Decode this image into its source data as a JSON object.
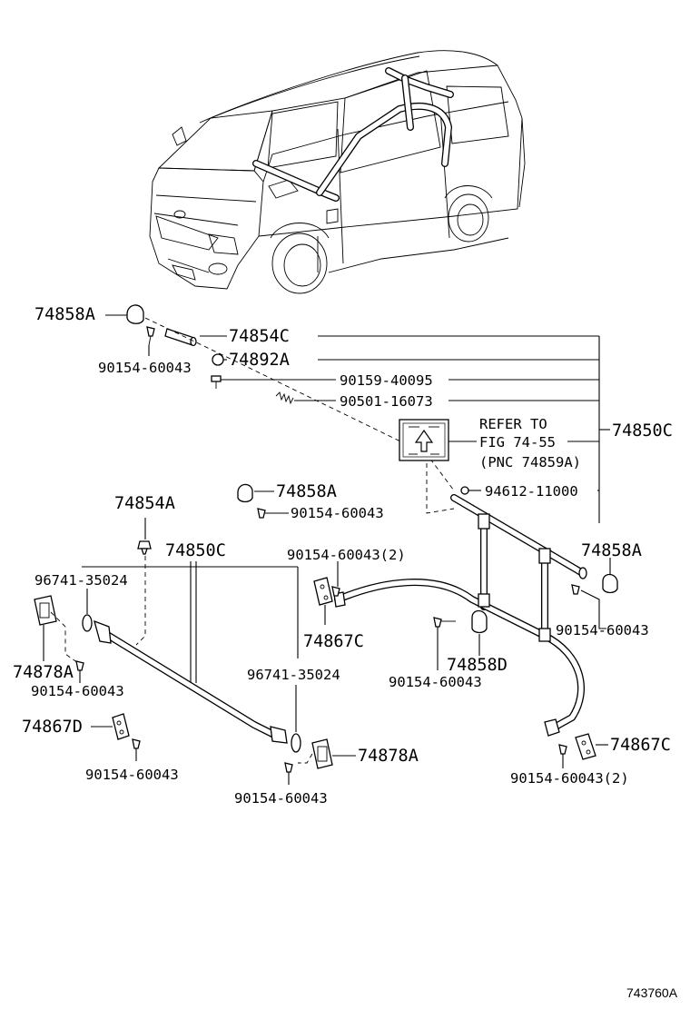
{
  "diagram": {
    "part_labels": {
      "p_74858A_top": "74858A",
      "p_74854C": "74854C",
      "p_74892A": "74892A",
      "p_90154_60043_a": "90154-60043",
      "p_90159_40095": "90159-40095",
      "p_90501_16073": "90501-16073",
      "p_74850C_right": "74850C",
      "p_74858A_mid": "74858A",
      "p_90154_60043_mid": "90154-60043",
      "p_94612_11000": "94612-11000",
      "p_74854A": "74854A",
      "p_74850C_left": "74850C",
      "p_96741_35024_a": "96741-35024",
      "p_90154_60043_2_a": "90154-60043(2)",
      "p_74858A_right": "74858A",
      "p_74867C_mid": "74867C",
      "p_90154_60043_right": "90154-60043",
      "p_74858D": "74858D",
      "p_90154_60043_d": "90154-60043",
      "p_74878A_left": "74878A",
      "p_90154_60043_left": "90154-60043",
      "p_96741_35024_b": "96741-35024",
      "p_74867D": "74867D",
      "p_90154_60043_bl": "90154-60043",
      "p_74878A_right": "74878A",
      "p_90154_60043_bc": "90154-60043",
      "p_74867C_right": "74867C",
      "p_90154_60043_2_b": "90154-60043(2)"
    },
    "reference_note": {
      "line1": "REFER TO",
      "line2": "FIG 74-55",
      "line3": "(PNC 74859A)"
    },
    "figure_code": "743760A"
  }
}
